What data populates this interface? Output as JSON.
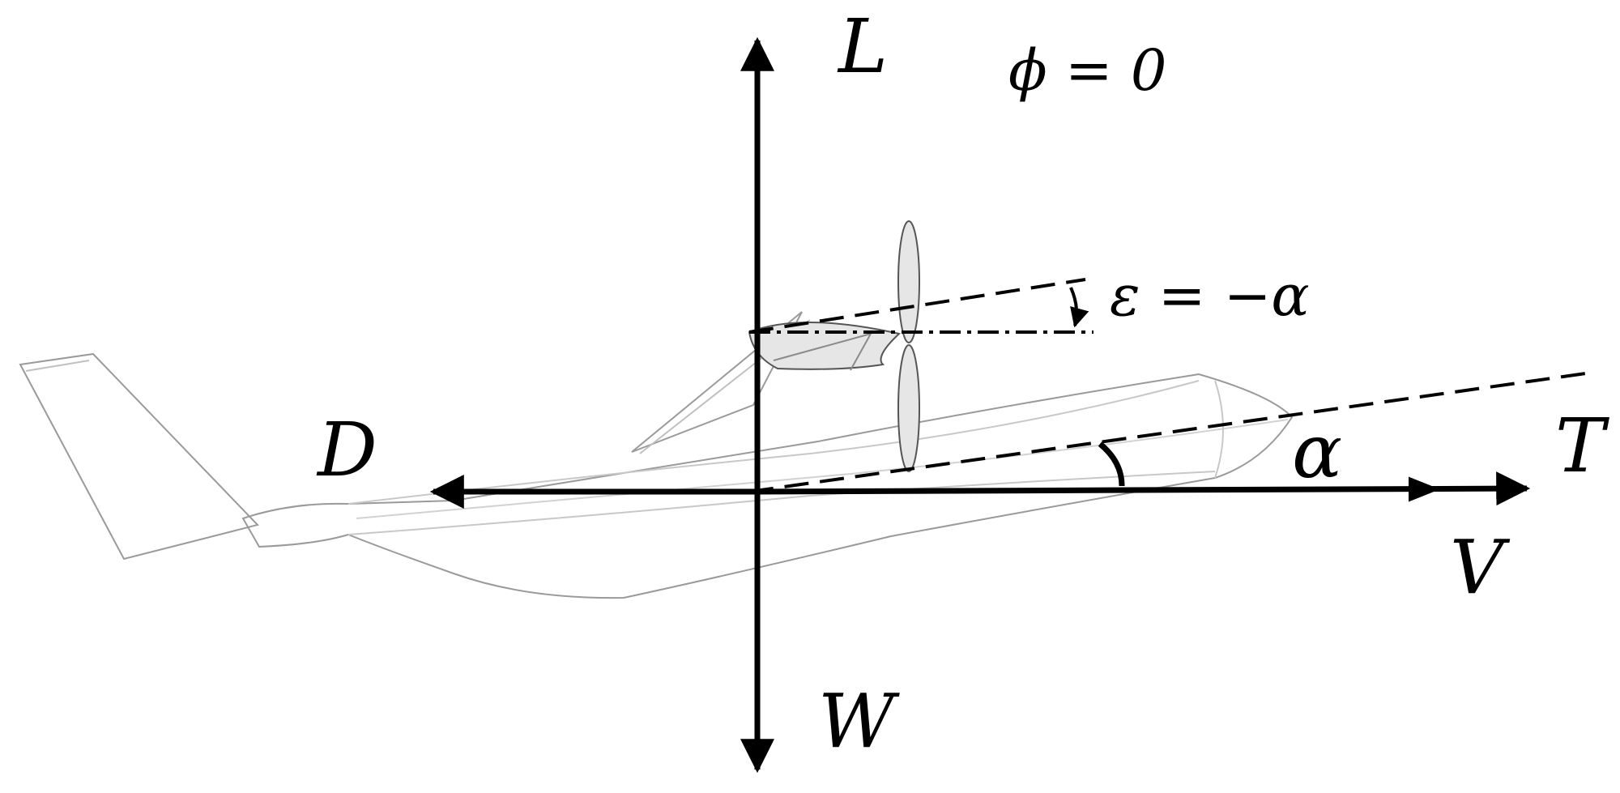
{
  "labels": {
    "lift": "L",
    "drag": "D",
    "thrust": "T",
    "weight": "W",
    "velocity": "V",
    "alpha": "α",
    "bank_angle": "ϕ = 0",
    "epsilon": "ε = −α"
  },
  "colors": {
    "arrows": "#000000",
    "airframe_outline": "#9a9a9a",
    "propeller_fill": "#e6e6e6"
  }
}
